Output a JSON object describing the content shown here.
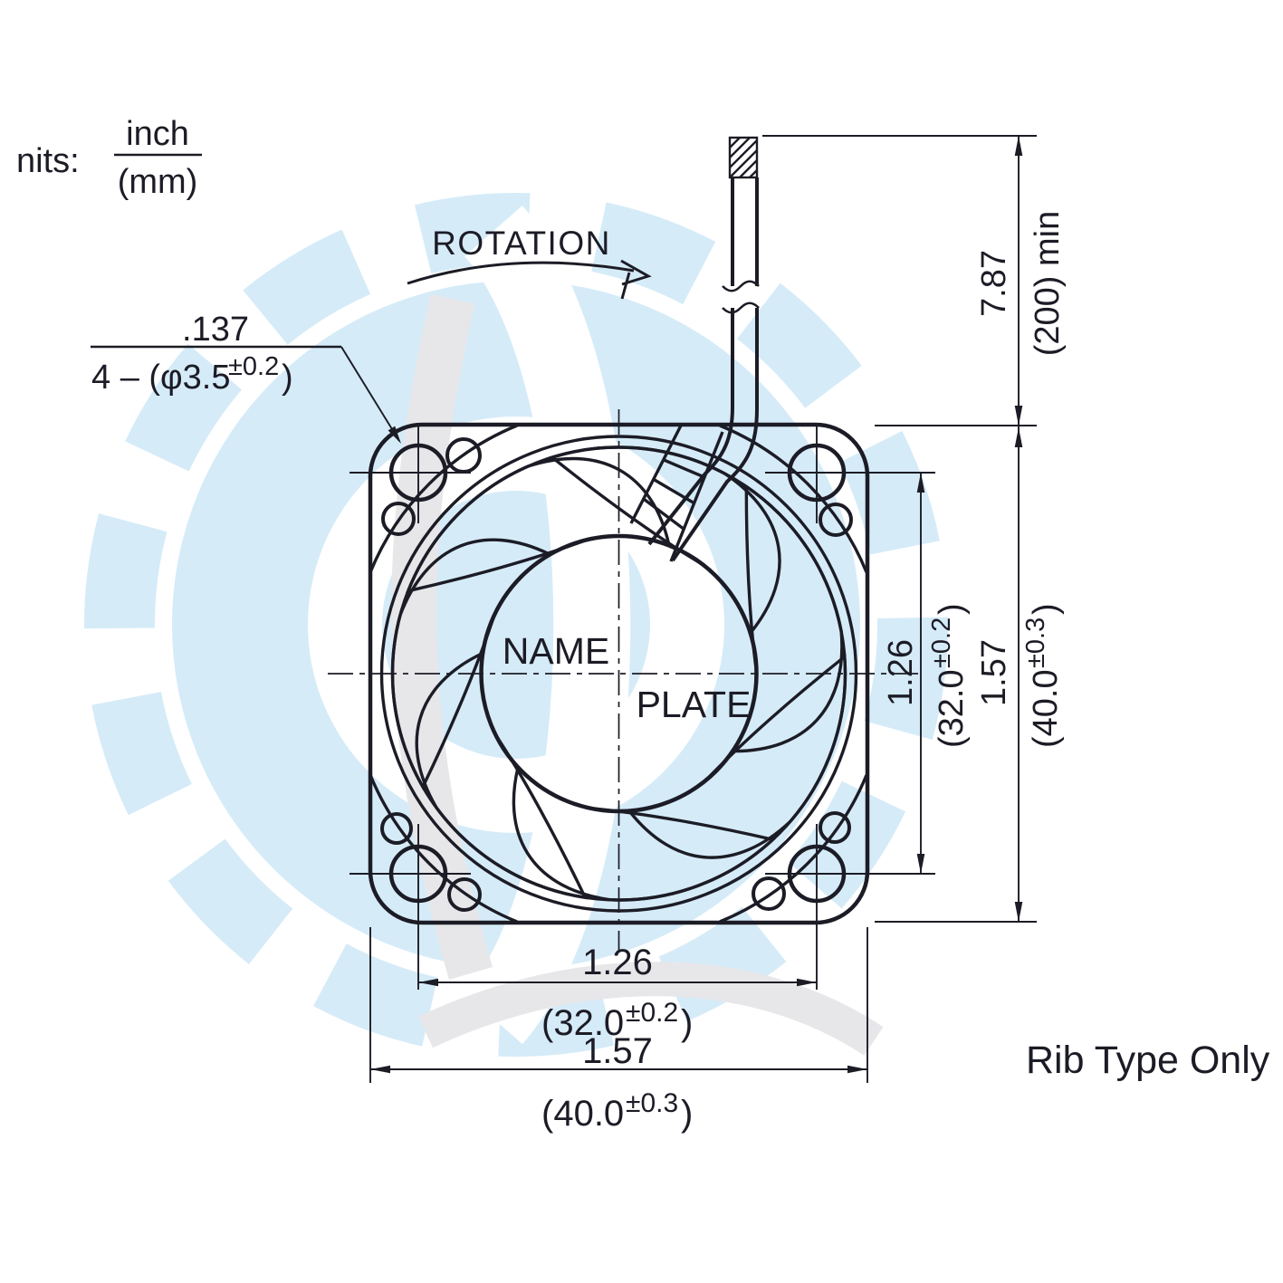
{
  "units": {
    "label": "nits:",
    "numerator": "inch",
    "denominator": "(mm)"
  },
  "rotation": {
    "label": "ROTATION"
  },
  "callout": {
    "inch": ".137",
    "mm_prefix": "4 – (φ3.5",
    "mm_tol": "±0.2",
    "mm_suffix": ")"
  },
  "nameplate": {
    "line1": "NAME",
    "line2": "PLATE"
  },
  "dims": {
    "wire": {
      "inch": "7.87",
      "mm": "(200) min"
    },
    "pitch": {
      "inch": "1.26",
      "mm_open": "(32.0",
      "tol": "±0.2",
      "close": ")"
    },
    "frame": {
      "inch": "1.57",
      "mm_open": "(40.0",
      "tol": "±0.3",
      "close": ")"
    }
  },
  "note": {
    "label": "Rib Type Only"
  },
  "colors": {
    "line": "#1c1c26",
    "watermark_blue": "#d5ebf8",
    "watermark_gray": "#e7e7ea"
  }
}
